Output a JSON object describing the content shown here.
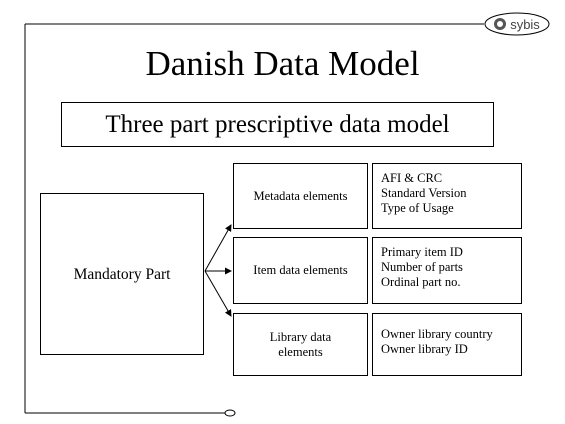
{
  "slide": {
    "title": "Danish Data Model",
    "subtitle": "Three part prescriptive data model",
    "logo_text": "sybis",
    "logo_icon": "sybis-logo-icon"
  },
  "diagram": {
    "root": {
      "label": "Mandatory Part"
    },
    "parts": [
      {
        "label": "Metadata elements",
        "fields": [
          "AFI & CRC",
          "Standard Version",
          "Type of Usage"
        ]
      },
      {
        "label": "Item data elements",
        "fields": [
          "Primary item ID",
          "Number of parts",
          "Ordinal part no."
        ]
      },
      {
        "label_lines": [
          "Library data",
          "elements"
        ],
        "fields": [
          "Owner library country",
          "Owner library ID"
        ]
      }
    ]
  }
}
